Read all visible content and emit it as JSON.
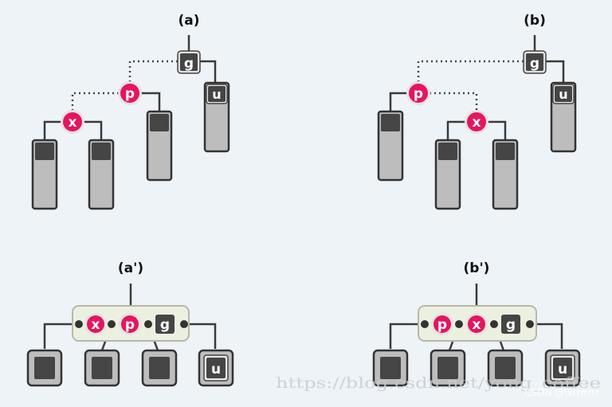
{
  "labels": {
    "a": "(a)",
    "b": "(b)",
    "a_prime": "(a')",
    "b_prime": "(b')"
  },
  "nodes": {
    "g": "g",
    "p": "p",
    "x": "x",
    "u": "u"
  },
  "watermark": {
    "url": "https://blog.csdn.net/yong_coffee",
    "credit": "CSDN @lxrrrrrrr"
  },
  "colors": {
    "background": "#eef3f7",
    "red_node": "#e5155f",
    "black_node": "#454545",
    "subtree_fill": "#bdbdbd",
    "merged_fill": "#ecf0e0",
    "edge": "#3a3a3a",
    "dotted_edge": "#444444"
  }
}
